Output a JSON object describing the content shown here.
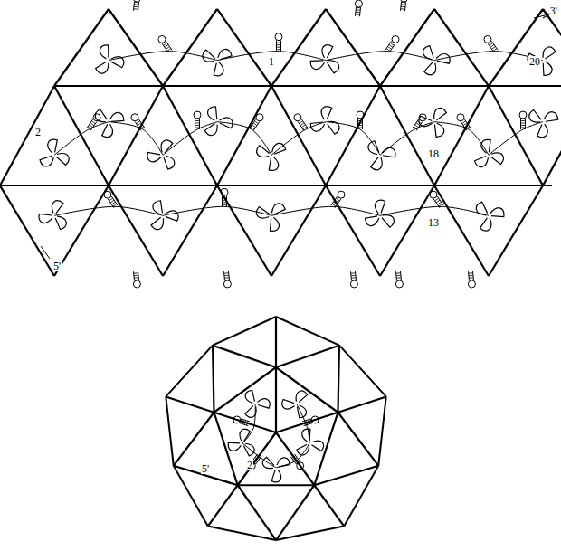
{
  "diagram": {
    "labels": [
      "3'",
      "5'",
      "1",
      "20",
      "18",
      "13",
      "2",
      "2",
      "5'"
    ]
  }
}
